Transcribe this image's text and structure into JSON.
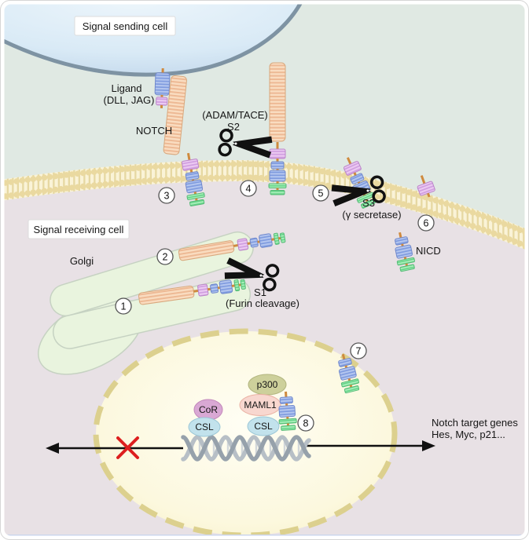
{
  "labels": {
    "signal_sending_cell": "Signal sending cell",
    "ligand_line1": "Ligand",
    "ligand_line2": "(DLL, JAG)",
    "notch": "NOTCH",
    "adam_tace": "(ADAM/TACE)",
    "s2": "S2",
    "signal_receiving_cell": "Signal receiving cell",
    "golgi": "Golgi",
    "s1": "S1",
    "furin": "(Furin cleavage)",
    "s3": "S3",
    "gamma_secretase": "(γ secretase)",
    "nicd": "NICD",
    "p300": "p300",
    "maml1": "MAML1",
    "cor": "CoR",
    "csl_left": "CSL",
    "csl_right": "CSL",
    "target_genes_line1": "Notch target genes",
    "target_genes_line2": "Hes, Myc, p21..."
  },
  "steps": [
    "1",
    "2",
    "3",
    "4",
    "5",
    "6",
    "7",
    "8"
  ],
  "colors": {
    "background_outside": "#e0e9e3",
    "cytoplasm": "#e8e1e5",
    "sending_cell_fill": "#d9eaf6",
    "sending_cell_stroke": "#7e93a3",
    "membrane_tan": "#efe2ad",
    "golgi_fill": "#e9f4de",
    "nucleus_fill": "#fbf7d9",
    "nucleus_dash": "#dcd08e",
    "notch_rod_orange": "#f9dcc0",
    "segment_blue": "#b4c6ef",
    "segment_purple": "#eccaf2",
    "segment_green": "#a6eeb8",
    "connector_orange": "#cf8a3e",
    "p300": "#cdd09b",
    "maml1": "#f8d7cf",
    "cor": "#d9a8d4",
    "csl": "#c2e2ec",
    "dna_gray": "#9aa5ae",
    "inhibit_x_red": "#dd1f1f",
    "scissors_black": "#111111"
  }
}
